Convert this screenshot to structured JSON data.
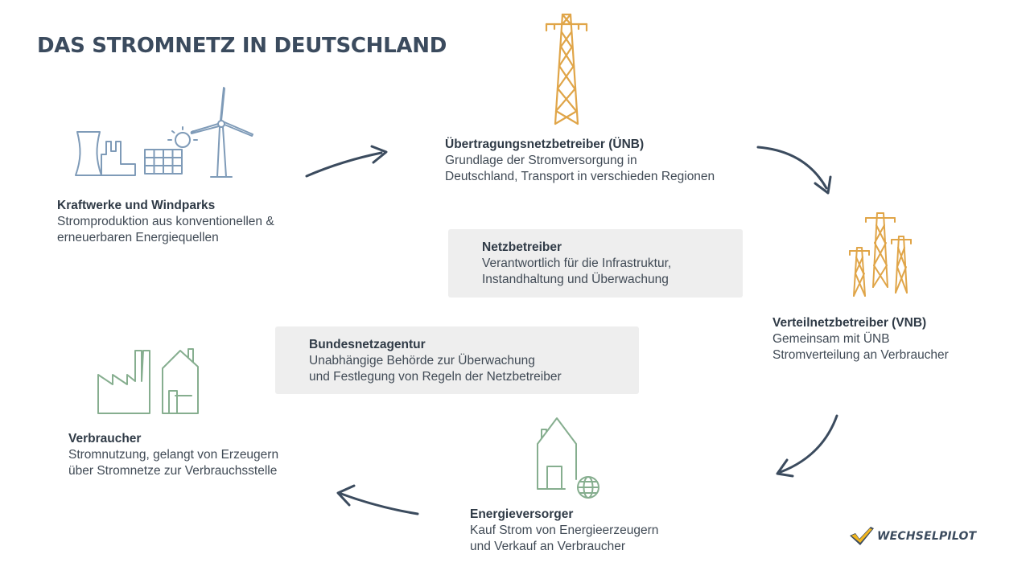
{
  "title": "DAS STROMNETZ IN DEUTSCHLAND",
  "colors": {
    "blue_icon": "#7f9bb8",
    "orange_icon": "#e0a548",
    "green_icon": "#86ae8f",
    "arrow": "#3b4b5e",
    "box_bg": "#eeeeee",
    "logo_yellow": "#f2b61f"
  },
  "nodes": {
    "kraftwerke": {
      "heading": "Kraftwerke und Windparks",
      "lines": [
        "Stromproduktion aus konventionellen &",
        "erneuerbaren Energiequellen"
      ]
    },
    "uenb": {
      "heading": "Übertragungsnetzbetreiber (ÜNB)",
      "lines": [
        "Grundlage der Stromversorgung in",
        "Deutschland, Transport in verschieden Regionen"
      ]
    },
    "vnb": {
      "heading": "Verteilnetzbetreiber (VNB)",
      "lines": [
        "Gemeinsam mit ÜNB",
        "Stromverteilung an Verbraucher"
      ]
    },
    "energieversorger": {
      "heading": "Energieversorger",
      "lines": [
        "Kauf Strom von Energieerzeugern",
        "und Verkauf an Verbraucher"
      ]
    },
    "verbraucher": {
      "heading": "Verbraucher",
      "lines": [
        "Stromnutzung, gelangt von Erzeugern",
        "über Stromnetze zur Verbrauchsstelle"
      ]
    }
  },
  "boxes": {
    "netzbetreiber": {
      "heading": "Netzbetreiber",
      "lines": [
        "Verantwortlich für die Infrastruktur,",
        "Instandhaltung und Überwachung"
      ]
    },
    "bundesnetzagentur": {
      "heading": "Bundesnetzagentur",
      "lines": [
        "Unabhängige Behörde zur Überwachung",
        "und Festlegung von Regeln der Netzbetreiber"
      ]
    }
  },
  "logo": {
    "text": "WECHSELPILOT"
  }
}
